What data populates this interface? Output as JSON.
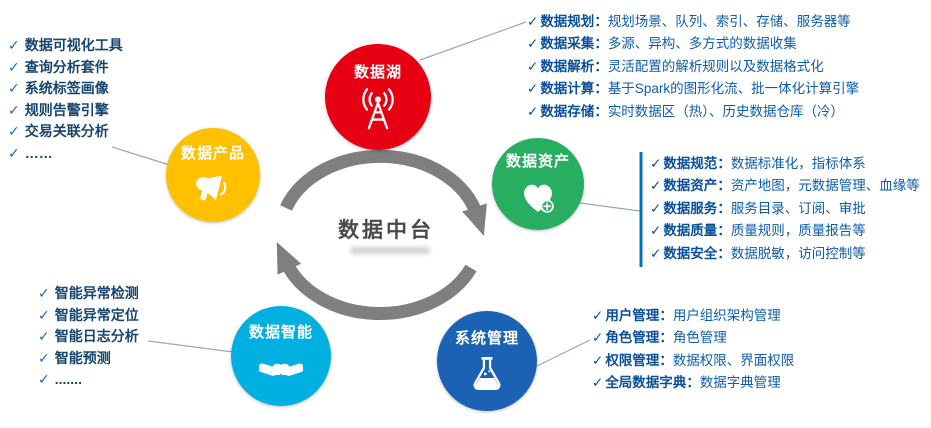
{
  "ui": {
    "check": "✓",
    "colon": "："
  },
  "center": {
    "title": "数据中台"
  },
  "colors": {
    "data_lake": "#e60012",
    "data_products": "#ffc000",
    "data_assets": "#27ae60",
    "data_intelligence": "#00b0e0",
    "system_management": "#1b62b5",
    "list_text_blue": "#0d5cab",
    "side_list_text": "#17456e",
    "cycle_arrow_gray": "#7f7f7f",
    "assets_bar_blue": "#0070c0"
  },
  "nodes": {
    "lake": {
      "label": "数据湖",
      "icon": "broadcast-icon"
    },
    "products": {
      "label": "数据产品",
      "icon": "megaphone-icon"
    },
    "assets": {
      "label": "数据资产",
      "icon": "heart-plus-icon"
    },
    "intelligence": {
      "label": "数据智能",
      "icon": "handshake-icon"
    },
    "system": {
      "label": "系统管理",
      "icon": "flask-icon"
    }
  },
  "lists": {
    "lake": {
      "items": [
        {
          "label": "数据规划",
          "desc": "规划场景、队列、索引、存储、服务器等"
        },
        {
          "label": "数据采集",
          "desc": "多源、异构、多方式的数据收集"
        },
        {
          "label": "数据解析",
          "desc": "灵活配置的解析规则以及数据格式化"
        },
        {
          "label": "数据计算",
          "desc": "基于Spark的图形化流、批一体化计算引擎"
        },
        {
          "label": "数据存储",
          "desc": "实时数据区（热）、历史数据仓库（冷）"
        }
      ]
    },
    "assets": {
      "items": [
        {
          "label": "数据规范",
          "desc": "数据标准化，指标体系"
        },
        {
          "label": "数据资产",
          "desc": "资产地图，元数据管理、血缘等"
        },
        {
          "label": "数据服务",
          "desc": "服务目录、订阅、审批"
        },
        {
          "label": "数据质量",
          "desc": "质量规则，质量报告等"
        },
        {
          "label": "数据安全",
          "desc": "数据脱敏，访问控制等"
        }
      ]
    },
    "system": {
      "items": [
        {
          "label": "用户管理",
          "desc": "用户组织架构管理"
        },
        {
          "label": "角色管理",
          "desc": "角色管理"
        },
        {
          "label": "权限管理",
          "desc": "数据权限、界面权限"
        },
        {
          "label": "全局数据字典",
          "desc": "数据字典管理"
        }
      ]
    },
    "products": {
      "items": [
        "数据可视化工具",
        "查询分析套件",
        "系统标签画像",
        "规则告警引擎",
        "交易关联分析",
        "……"
      ]
    },
    "intelligence": {
      "items": [
        "智能异常检测",
        "智能异常定位",
        "智能日志分析",
        "智能预测",
        "......."
      ]
    }
  }
}
